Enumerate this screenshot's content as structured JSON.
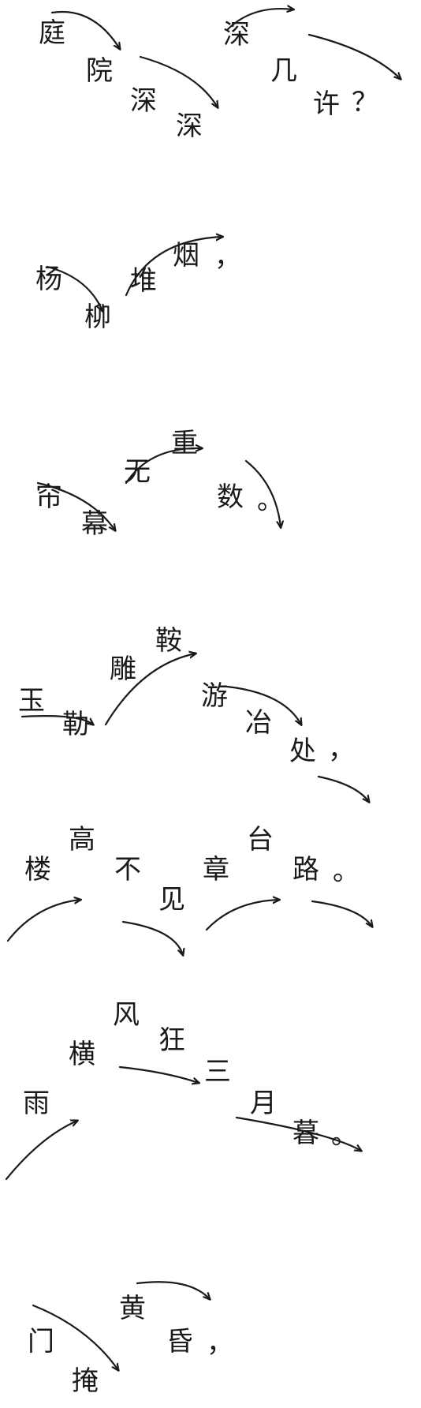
{
  "lines": [
    {
      "chars": [
        "庭",
        "院",
        "深",
        "深",
        "深",
        "几",
        "许",
        "？"
      ]
    },
    {
      "chars": [
        "杨",
        "柳",
        "堆",
        "烟",
        "，"
      ]
    },
    {
      "chars": [
        "帘",
        "幕",
        "无",
        "重",
        "数",
        "。"
      ]
    },
    {
      "chars": [
        "玉",
        "勒",
        "雕",
        "鞍",
        "游",
        "冶",
        "处",
        "，"
      ]
    },
    {
      "chars": [
        "楼",
        "高",
        "不",
        "见",
        "章",
        "台",
        "路",
        "。"
      ]
    },
    {
      "chars": [
        "雨",
        "横",
        "风",
        "狂",
        "三",
        "月",
        "暮",
        "。"
      ]
    },
    {
      "chars": [
        "门",
        "掩",
        "黄",
        "昏",
        "，"
      ]
    }
  ]
}
